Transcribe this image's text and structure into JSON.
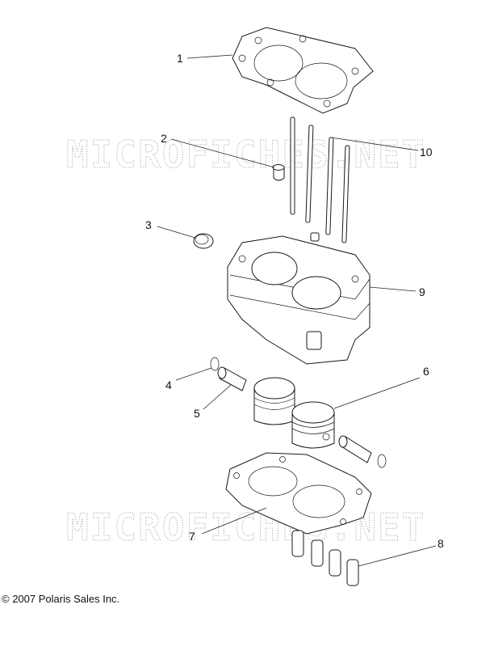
{
  "watermark": "MICROFICHES.NET",
  "copyright": "© 2007 Polaris Sales Inc.",
  "callouts": {
    "c1": "1",
    "c2": "2",
    "c3": "3",
    "c4": "4",
    "c5": "5",
    "c6": "6",
    "c7": "7",
    "c8": "8",
    "c9": "9",
    "c10": "10"
  }
}
